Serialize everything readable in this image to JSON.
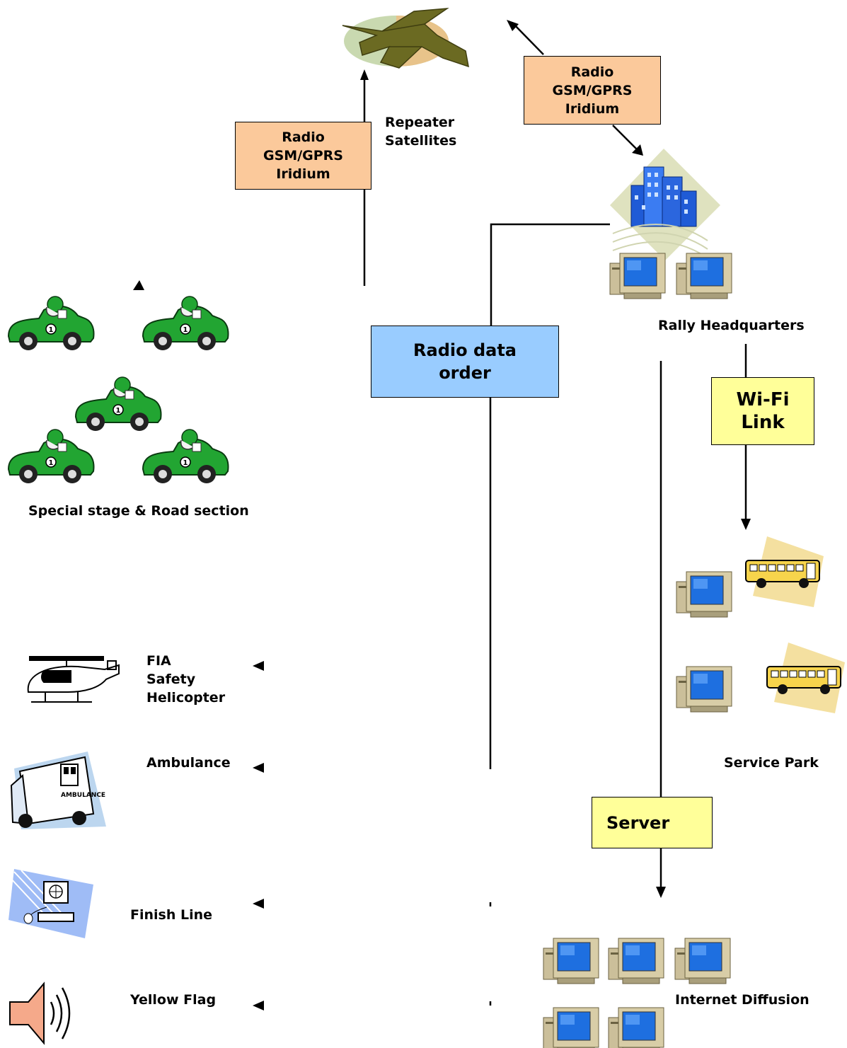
{
  "satellite": {
    "label_line1": "Repeater",
    "label_line2": "Satellites"
  },
  "radio_box_left": {
    "line1": "Radio",
    "line2": "GSM/GPRS",
    "line3": "Iridium"
  },
  "radio_box_right": {
    "line1": "Radio",
    "line2": "GSM/GPRS",
    "line3": "Iridium"
  },
  "radio_data_order": {
    "line1": "Radio data",
    "line2": "order"
  },
  "headquarters": {
    "label": "Rally Headquarters"
  },
  "wifi": {
    "line1": "Wi-Fi",
    "line2": "Link"
  },
  "service_park": {
    "label": "Service Park"
  },
  "server": {
    "label": "Server"
  },
  "internet": {
    "label": "Internet Diffusion"
  },
  "cars": {
    "label": "Special stage & Road section"
  },
  "helicopter": {
    "line1": "FIA",
    "line2": "Safety",
    "line3": "Helicopter"
  },
  "ambulance": {
    "label": "Ambulance"
  },
  "finish_line": {
    "label": "Finish Line"
  },
  "yellow_flag": {
    "label": "Yellow Flag"
  },
  "colors": {
    "radio_box": "#fbc99b",
    "data_order_box": "#99ccff",
    "yellow_box": "#ffff99",
    "car_green": "#22a532",
    "monitor_screen": "#1e6fe0"
  }
}
